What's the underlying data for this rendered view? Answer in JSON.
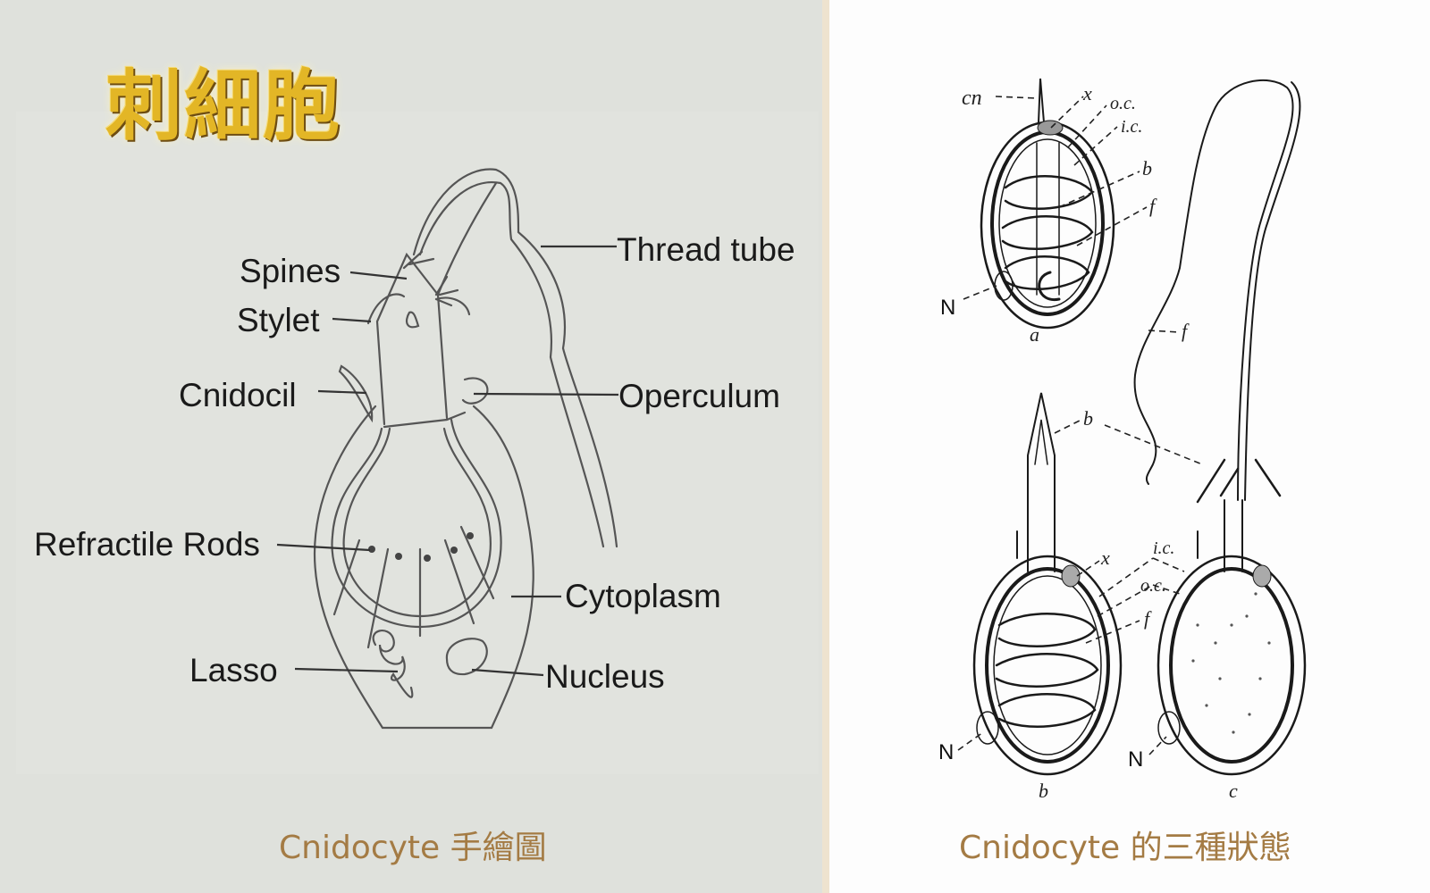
{
  "title": "刺細胞",
  "left_diagram": {
    "labels": {
      "thread_tube": "Thread tube",
      "spines": "Spines",
      "stylet": "Stylet",
      "cnidocil": "Cnidocil",
      "operculum": "Operculum",
      "refractile_rods": "Refractile Rods",
      "cytoplasm": "Cytoplasm",
      "lasso": "Lasso",
      "nucleus": "Nucleus"
    },
    "caption": "Cnidocyte  手繪圖"
  },
  "right_diagram": {
    "labels": {
      "cn": "cn",
      "x_a": "x",
      "oc_a": "o.c.",
      "ic_a": "i.c.",
      "b_a": "b",
      "f_a": "f",
      "n_a": "N",
      "state_a": "a",
      "f_c": "f",
      "b_shared": "b",
      "x_b": "x",
      "ic_shared": "i.c.",
      "oc_shared": "o.c.",
      "f_b": "f",
      "n_b": "N",
      "n_c": "N",
      "state_b": "b",
      "state_c": "c"
    },
    "caption": "Cnidocyte 的三種狀態"
  },
  "colors": {
    "title": "#e3b626",
    "caption": "#a47b44",
    "left_background": "#dfe1dc",
    "right_background": "#fdfdfd"
  }
}
